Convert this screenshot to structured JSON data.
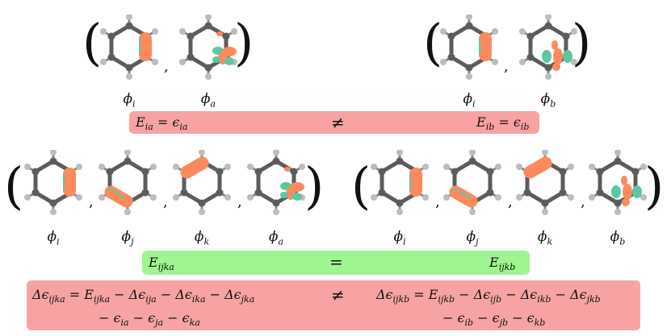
{
  "colors": {
    "carbon": "#5c5c5c",
    "hydrogen": "#bdbdbd",
    "orbital_orange": "#fc8a5c",
    "orbital_teal": "#5cc7a3",
    "band_red": "#f7a3a3",
    "band_green": "#9ff58f"
  },
  "top_left": {
    "labels": [
      {
        "sym": "ϕ",
        "sub": "i"
      },
      {
        "sym": "ϕ",
        "sub": "a"
      }
    ]
  },
  "top_right": {
    "labels": [
      {
        "sym": "ϕ",
        "sub": "i"
      },
      {
        "sym": "ϕ",
        "sub": "b"
      }
    ]
  },
  "band1": {
    "left": "E",
    "left_sub": "ia",
    "left_rhs": "= ϵ",
    "left_rhs_sub": "ia",
    "op": "≠",
    "right": "E",
    "right_sub": "ib",
    "right_rhs": "= ϵ",
    "right_rhs_sub": "ib"
  },
  "mid_left": {
    "labels": [
      {
        "sym": "ϕ",
        "sub": "i"
      },
      {
        "sym": "ϕ",
        "sub": "j"
      },
      {
        "sym": "ϕ",
        "sub": "k"
      },
      {
        "sym": "ϕ",
        "sub": "a"
      }
    ]
  },
  "mid_right": {
    "labels": [
      {
        "sym": "ϕ",
        "sub": "i"
      },
      {
        "sym": "ϕ",
        "sub": "j"
      },
      {
        "sym": "ϕ",
        "sub": "k"
      },
      {
        "sym": "ϕ",
        "sub": "b"
      }
    ]
  },
  "band2": {
    "left": "E",
    "left_sub": "ijka",
    "op": "=",
    "right": "E",
    "right_sub": "ijkb"
  },
  "band3": {
    "left_line1": [
      "Δϵ",
      "ijka",
      " = E",
      "ijka",
      " − Δϵ",
      "ija",
      " − Δϵ",
      "ika",
      " − Δϵ",
      "jka"
    ],
    "left_line2": [
      "− ϵ",
      "ia",
      " − ϵ",
      "ja",
      " − ϵ",
      "ka"
    ],
    "op": "≠",
    "right_line1": [
      "Δϵ",
      "ijkb",
      " = E",
      "ijkb",
      " − Δϵ",
      "ijb",
      " − Δϵ",
      "ikb",
      " − Δϵ",
      "jkb"
    ],
    "right_line2": [
      "− ϵ",
      "ib",
      " − ϵ",
      "jb",
      " − ϵ",
      "kb"
    ]
  }
}
